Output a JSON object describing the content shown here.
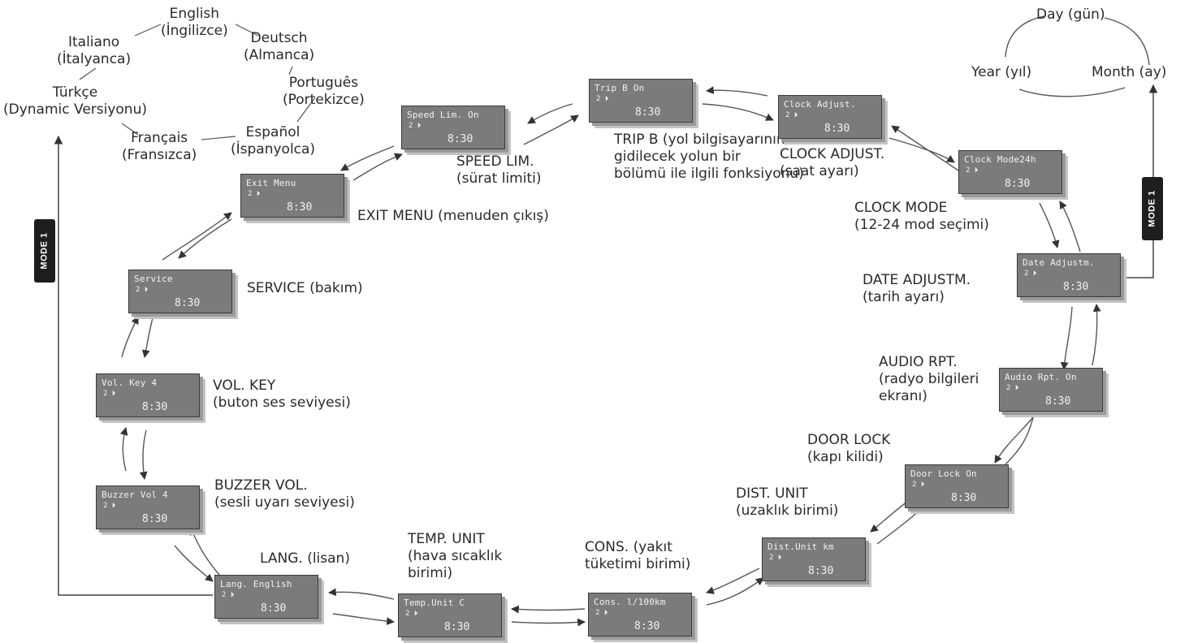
{
  "languages": [
    {
      "key": "english",
      "name": "English",
      "tr": "(İngilizce)"
    },
    {
      "key": "italiano",
      "name": "Italiano",
      "tr": "(İtalyanca)"
    },
    {
      "key": "deutsch",
      "name": "Deutsch",
      "tr": "(Almanca)"
    },
    {
      "key": "portugues",
      "name": "Português",
      "tr": "(Portekizce)"
    },
    {
      "key": "turkce",
      "name": "Türkçe",
      "tr": "(Dynamic Versiyonu)"
    },
    {
      "key": "espanol",
      "name": "Español",
      "tr": "(İspanyolca)"
    },
    {
      "key": "francais",
      "name": "Français",
      "tr": "(Fransızca)"
    }
  ],
  "date_cycle": {
    "day": "Day (gün)",
    "year": "Year (yıl)",
    "month": "Month (ay)"
  },
  "mode_badge": "MODE 1",
  "screens": [
    {
      "key": "trip-b",
      "display": "Trip B      On",
      "indicator": "2 ⏵",
      "time": "8:30",
      "label": [
        "TRIP B (yol bilgisayarının",
        "gidilecek yolun bir",
        "bölümü ile ilgili fonksiyonu)"
      ]
    },
    {
      "key": "clock-adjust",
      "display": "Clock Adjust.",
      "indicator": "2 ⏵",
      "time": "8:30",
      "label": [
        "CLOCK ADJUST.",
        "(saat ayarı)"
      ]
    },
    {
      "key": "clock-mode",
      "display": "Clock Mode24h",
      "indicator": "2 ⏵",
      "time": "8:30",
      "label": [
        "CLOCK MODE",
        "(12-24 mod seçimi)"
      ]
    },
    {
      "key": "date-adjust",
      "display": "Date Adjustm.",
      "indicator": "2 ⏵",
      "time": "8:30",
      "label": [
        "DATE ADJUSTM.",
        "(tarih ayarı)"
      ]
    },
    {
      "key": "audio-rpt",
      "display": "Audio Rpt. On",
      "indicator": "2 ⏵",
      "time": "8:30",
      "label": [
        "AUDIO RPT.",
        "(radyo bilgileri",
        "ekranı)"
      ]
    },
    {
      "key": "door-lock",
      "display": "Door Lock On",
      "indicator": "2 ⏵",
      "time": "8:30",
      "label": [
        "DOOR LOCK",
        "(kapı kilidi)"
      ]
    },
    {
      "key": "dist-unit",
      "display": "Dist.Unit km",
      "indicator": "2 ⏵",
      "time": "8:30",
      "label": [
        "DIST. UNIT",
        "(uzaklık birimi)"
      ]
    },
    {
      "key": "cons",
      "display": "Cons. l/100km",
      "indicator": "2 ⏵",
      "time": "8:30",
      "label": [
        "CONS. (yakıt",
        "tüketimi birimi)"
      ]
    },
    {
      "key": "temp-unit",
      "display": "Temp.Unit  C",
      "indicator": "2 ⏵",
      "time": "8:30",
      "label": [
        "TEMP. UNIT",
        "(hava sıcaklık",
        "birimi)"
      ]
    },
    {
      "key": "lang",
      "display": "Lang. English",
      "indicator": "2 ⏵",
      "time": "8:30",
      "label": [
        "LANG. (lisan)"
      ]
    },
    {
      "key": "buzzer-vol",
      "display": "Buzzer Vol 4",
      "indicator": "2 ⏵",
      "time": "8:30",
      "label": [
        "BUZZER VOL.",
        "(sesli uyarı seviyesi)"
      ]
    },
    {
      "key": "vol-key",
      "display": "Vol. Key  4",
      "indicator": "2 ⏵",
      "time": "8:30",
      "label": [
        "VOL. KEY",
        "(buton ses seviyesi)"
      ]
    },
    {
      "key": "service",
      "display": "  Service",
      "indicator": "2 ⏵",
      "time": "8:30",
      "label": [
        "SERVICE (bakım)"
      ]
    },
    {
      "key": "exit-menu",
      "display": "  Exit Menu",
      "indicator": "2 ⏵",
      "time": "8:30",
      "label": [
        "EXIT MENU (menuden çıkış)"
      ]
    },
    {
      "key": "speed-lim",
      "display": "Speed Lim. On",
      "indicator": "2 ⏵",
      "time": "8:30",
      "label": [
        "SPEED LIM.",
        "(sürat limiti)"
      ]
    }
  ]
}
